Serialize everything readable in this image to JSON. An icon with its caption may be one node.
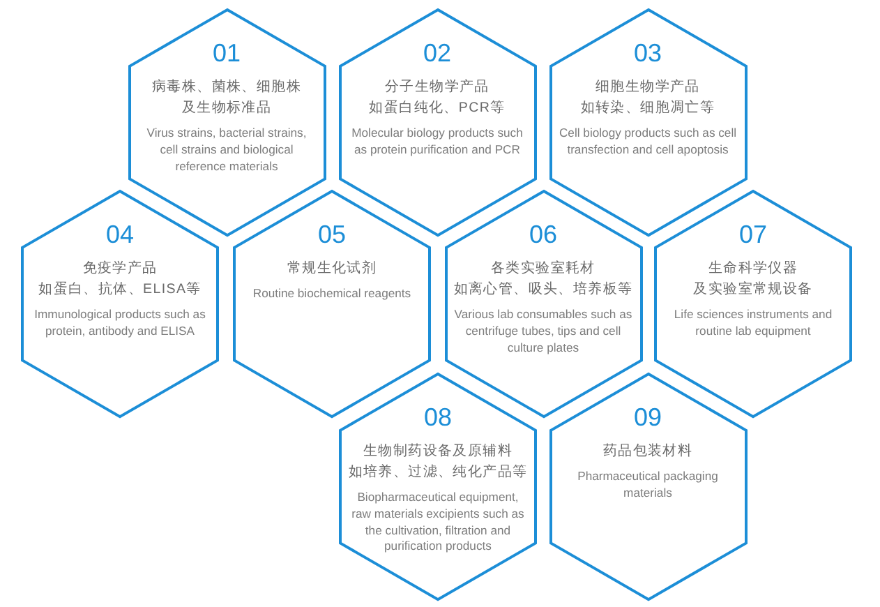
{
  "diagram": {
    "nodes": [
      {
        "text": [
          "01",
          "病毒株、菌株、细胞株及生物标准品",
          "Virus strains, bacterial strains, cell strains and biological reference materials"
        ]
      },
      {
        "text": [
          "02",
          "分子生物学产品如蛋白纯化、PCR等",
          "Molecular biology products such as protein purification and PCR"
        ]
      },
      {
        "text": [
          "03",
          "细胞生物学产品如转染、细胞凋亡等",
          "Cell biology products such as cell transfection and cell apoptosis"
        ]
      },
      {
        "text": [
          "04",
          "免疫学产品如蛋白、抗体、ELISA等",
          "Immunological products such as protein, antibody and ELISA"
        ]
      },
      {
        "text": [
          "05",
          "常规生化试剂",
          "Routine biochemical reagents"
        ]
      },
      {
        "text": [
          "06",
          "各类实验室耗材如离心管、吸头、培养板等",
          "Various lab consumables such as centrifuge tubes, tips and cell culture plates"
        ]
      },
      {
        "text": [
          "07",
          "生命科学仪器及实验室常规设备",
          "Life sciences instruments and routine lab equipment"
        ]
      },
      {
        "text": [
          "08",
          "生物制药设备及原辅料如培养、过滤、纯化产品等",
          "Biopharmaceutical equipment, raw materials excipients such as the cultivation, filtration and purification products"
        ]
      },
      {
        "text": [
          "09",
          "药品包装材料",
          "Pharmaceutical packaging materials"
        ]
      }
    ]
  }
}
